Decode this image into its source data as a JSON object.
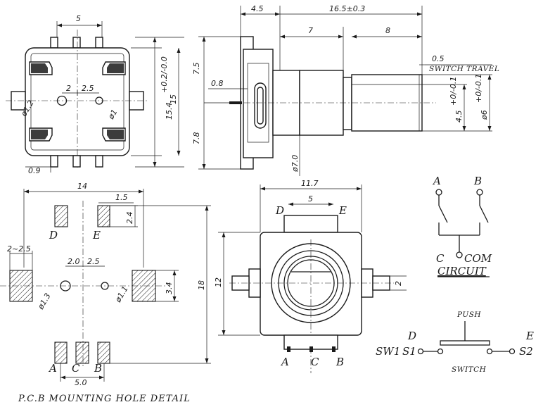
{
  "front_view": {
    "top_width": "5",
    "hole_spacing_a": "2",
    "hole_spacing_b": "2.5",
    "hole_left_dia": "ø1.2",
    "hole_right_dia": "ø1",
    "height_inner": "15",
    "height_outer": "15.4",
    "height_outer_tol": "+0.2/-0.0",
    "pin_offset": "0.9"
  },
  "side_view": {
    "body_depth": "4.5",
    "total_length": "16.5±0.3",
    "shaft_length_a": "7",
    "shaft_length_b": "8",
    "switch_travel_value": "0.5",
    "switch_travel_label": "SWITCH TRAVEL",
    "upper_height": "7.5",
    "lower_height": "7.8",
    "pin_thickness": "0.8",
    "bushing_dia": "ø7.0",
    "flat_dim": "4.5",
    "flat_tol": "+0/-0.1",
    "shaft_dia": "ø6",
    "shaft_tol": "+0/-0.1"
  },
  "pcb_detail": {
    "width": "14",
    "pad_width": "1.5",
    "pad_height": "2.4",
    "mount_pad_width": "2~2.5",
    "hole_spacing_a": "2.0",
    "hole_spacing_b": "2.5",
    "mount_pad_height": "3.4",
    "hole_left_dia": "ø1.3",
    "hole_right_dia": "ø1.1",
    "height": "18",
    "pin_pitch_total": "5.0",
    "labels": {
      "D": "D",
      "E": "E",
      "A": "A",
      "C": "C",
      "B": "B"
    },
    "caption": "P.C.B MOUNTING HOLE DETAIL"
  },
  "bottom_view": {
    "width": "11.7",
    "pin_spacing": "5",
    "height": "12",
    "tab_width": "2",
    "labels": {
      "D": "D",
      "E": "E",
      "A": "A",
      "C": "C",
      "B": "B"
    }
  },
  "circuit": {
    "label_a": "A",
    "label_b": "B",
    "label_c": "C",
    "label_com": "COM",
    "title": "CIRCUIT"
  },
  "switch_diagram": {
    "push_label": "PUSH",
    "label_d": "D",
    "label_e": "E",
    "label_sw1": "SW1",
    "label_s1": "S1",
    "label_s2": "S2",
    "title": "SWITCH"
  }
}
